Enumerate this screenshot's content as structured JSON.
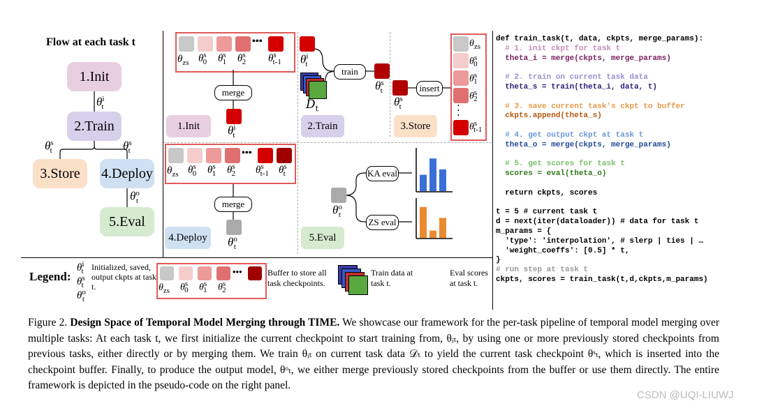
{
  "left_panel": {
    "title": "Flow at each task t",
    "stages": [
      "1.Init",
      "2.Train",
      "3.Store",
      "4.Deploy",
      "5.Eval"
    ],
    "theta_i": "θ",
    "colors": {
      "init": "#e8cfe0",
      "train": "#d6d0ea",
      "store": "#fbe0c8",
      "deploy": "#cfe0f2",
      "eval": "#d6ead0"
    }
  },
  "grid": {
    "init_label": "1.Init",
    "train_label": "2.Train",
    "store_label": "3.Store",
    "deploy_label": "4.Deploy",
    "eval_label": "5.Eval",
    "merge_label": "merge",
    "train_op_label": "train",
    "insert_label": "insert",
    "ka_eval_label": "KA eval",
    "zs_eval_label": "ZS eval",
    "data_label": "D",
    "dots": "•••"
  },
  "legend": {
    "title": "Legend:",
    "theta_text": "Initialized, saved, output ckpts at task t.",
    "buffer_text": "Buffer to store all task checkpoints.",
    "data_text": "Train data at task t.",
    "eval_text": "Eval scores at task t."
  },
  "code": [
    {
      "t": "def train_task(t, data, ckpts, merge_params):",
      "c": "#000"
    },
    {
      "t": "  # 1. init ckpt for task t",
      "c": "#c98ab8"
    },
    {
      "t": "  theta_i = merge(ckpts, merge_params)",
      "c": "#7a1f5c"
    },
    {
      "t": "",
      "c": "#000"
    },
    {
      "t": "  # 2. train on current task data",
      "c": "#9a8fd0"
    },
    {
      "t": "  theta_s = train(theta_i, data, t)",
      "c": "#2a1f7a"
    },
    {
      "t": "",
      "c": "#000"
    },
    {
      "t": "  # 3. save current task's ckpt to buffer",
      "c": "#e89a4a"
    },
    {
      "t": "  ckpts.append(theta_s)",
      "c": "#b5570f"
    },
    {
      "t": "",
      "c": "#000"
    },
    {
      "t": "  # 4. get output ckpt at task t",
      "c": "#6a9ad8"
    },
    {
      "t": "  theta_o = merge(ckpts, merge_params)",
      "c": "#1f4a9a"
    },
    {
      "t": "",
      "c": "#000"
    },
    {
      "t": "  # 5. get scores for task t",
      "c": "#7ac06a"
    },
    {
      "t": "  scores = eval(theta_o)",
      "c": "#2f7a1f"
    },
    {
      "t": "",
      "c": "#000"
    },
    {
      "t": "  return ckpts, scores",
      "c": "#000"
    },
    {
      "t": "",
      "c": "#000"
    },
    {
      "t": "t = 5 # current task t",
      "c": "#000"
    },
    {
      "t": "d = next(iter(dataloader)) # data for task t",
      "c": "#000"
    },
    {
      "t": "m_params = {",
      "c": "#000"
    },
    {
      "t": "  'type': 'interpolation', # slerp | ties | …",
      "c": "#000"
    },
    {
      "t": "  'weight_coeffs': [0.5] * t,",
      "c": "#000"
    },
    {
      "t": "}",
      "c": "#000"
    },
    {
      "t": "# run step at task t",
      "c": "#999"
    },
    {
      "t": "ckpts, scores = train_task(t,d,ckpts,m_params)",
      "c": "#000"
    }
  ],
  "caption": {
    "label": "Figure 2.",
    "bold": "Design Space of Temporal Model Merging through TIME.",
    "text": "We showcase our framework for the per-task pipeline of temporal model merging over multiple tasks: At each task t, we first initialize the current checkpoint to start training from, θᵢₜ, by using one or more previously stored checkpoints from previous tasks, either directly or by merging them. We train θᵢₜ on current task data 𝒟ₜ to yield the current task checkpoint θˢₜ, which is inserted into the checkpoint buffer. Finally, to produce the output model, θᵒₜ, we either merge previously stored checkpoints from the buffer or use them directly. The entire framework is depicted in the pseudo-code on the right panel."
  },
  "watermark": "CSDN @UQI-LIUWJ",
  "ka_scores": [
    0.45,
    0.9,
    0.6
  ],
  "zs_scores": [
    0.85,
    0.2,
    0.55
  ]
}
